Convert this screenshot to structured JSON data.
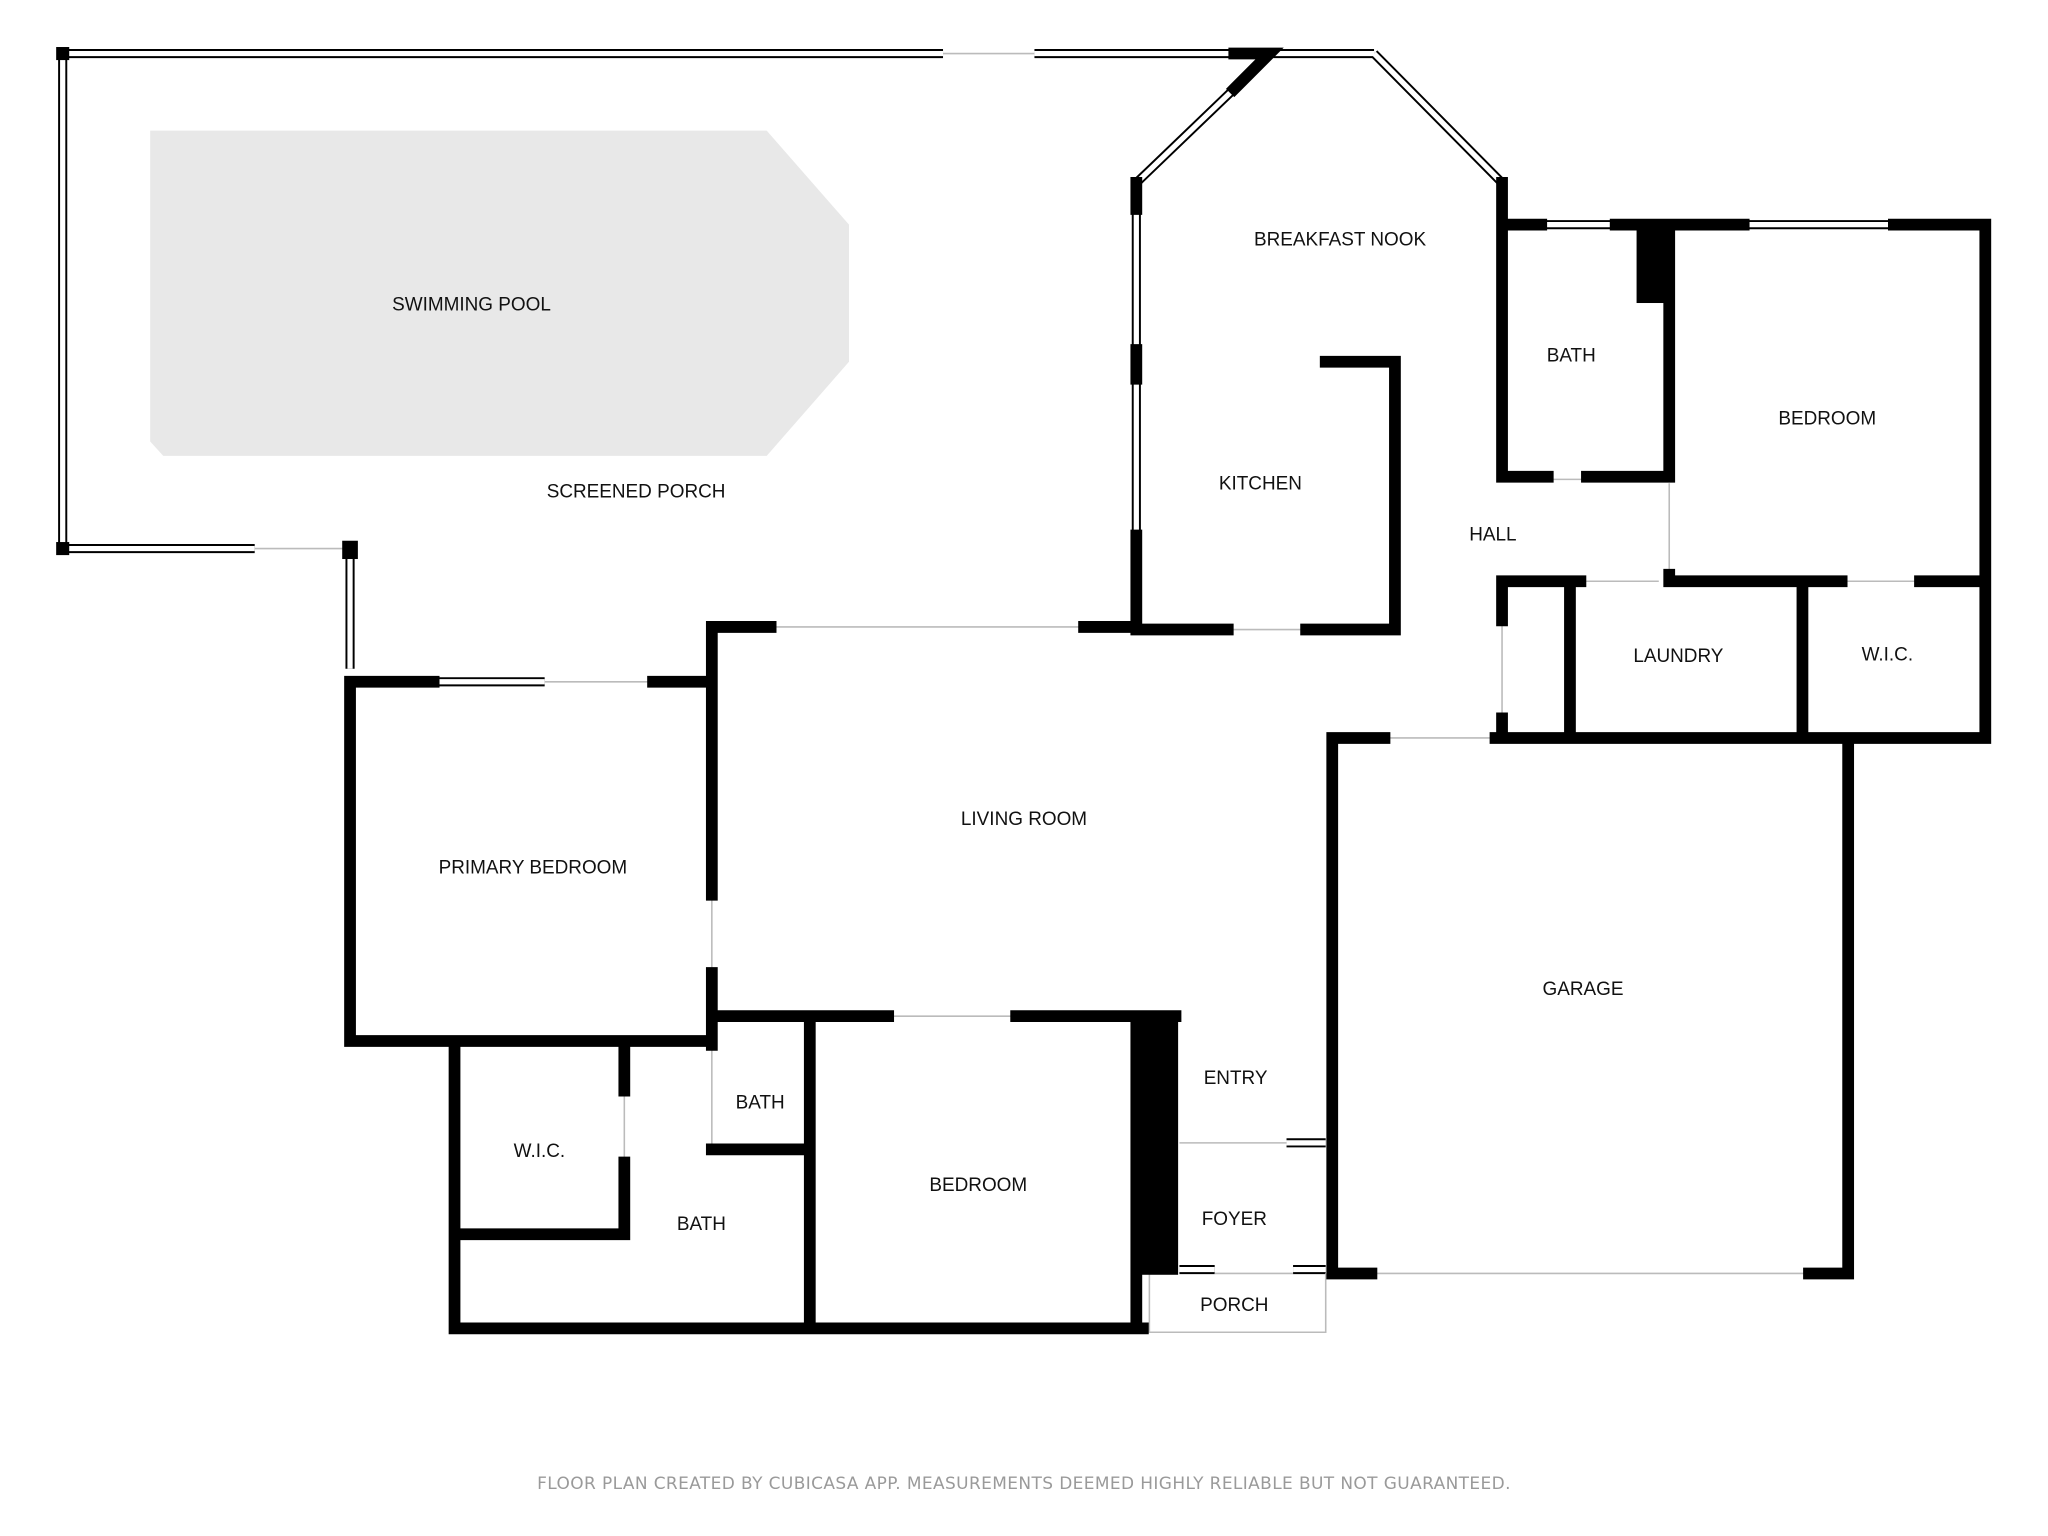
{
  "title": "Floor plan",
  "rooms": {
    "swimming_pool": "SWIMMING POOL",
    "screened_porch": "SCREENED PORCH",
    "breakfast_nook": "BREAKFAST NOOK",
    "kitchen": "KITCHEN",
    "bath_upper": "BATH",
    "bedroom_upper": "BEDROOM",
    "hall": "HALL",
    "laundry": "LAUNDRY",
    "wic_upper": "W.I.C.",
    "living_room": "LIVING ROOM",
    "primary_bedroom": "PRIMARY BEDROOM",
    "garage": "GARAGE",
    "entry": "ENTRY",
    "bath_small": "BATH",
    "wic_lower": "W.I.C.",
    "bath_primary": "BATH",
    "bedroom_lower": "BEDROOM",
    "foyer": "FOYER",
    "porch": "PORCH"
  },
  "colors": {
    "pool": "#e8e8e8",
    "walls": "#000000",
    "footer": "#9a9a9a"
  },
  "footer": "FLOOR PLAN CREATED BY CUBICASA APP. MEASUREMENTS DEEMED HIGHLY RELIABLE BUT NOT GUARANTEED."
}
